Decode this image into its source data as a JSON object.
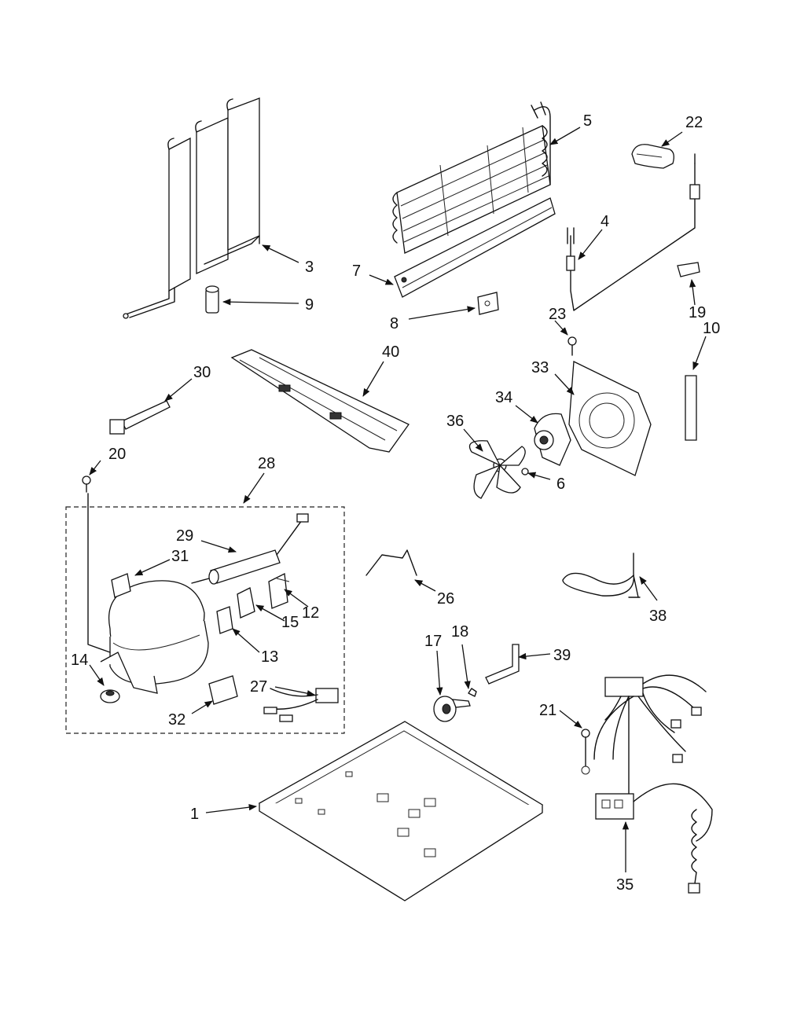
{
  "labels": {
    "p1": "1",
    "p3": "3",
    "p4": "4",
    "p5": "5",
    "p6": "6",
    "p7": "7",
    "p8": "8",
    "p9": "9",
    "p10": "10",
    "p12": "12",
    "p13": "13",
    "p14": "14",
    "p15": "15",
    "p17": "17",
    "p18": "18",
    "p19": "19",
    "p20": "20",
    "p21": "21",
    "p22": "22",
    "p23": "23",
    "p26": "26",
    "p27": "27",
    "p28": "28",
    "p29": "29",
    "p30": "30",
    "p31": "31",
    "p32": "32",
    "p33": "33",
    "p34": "34",
    "p35": "35",
    "p36": "36",
    "p38": "38",
    "p39": "39",
    "p40": "40"
  }
}
